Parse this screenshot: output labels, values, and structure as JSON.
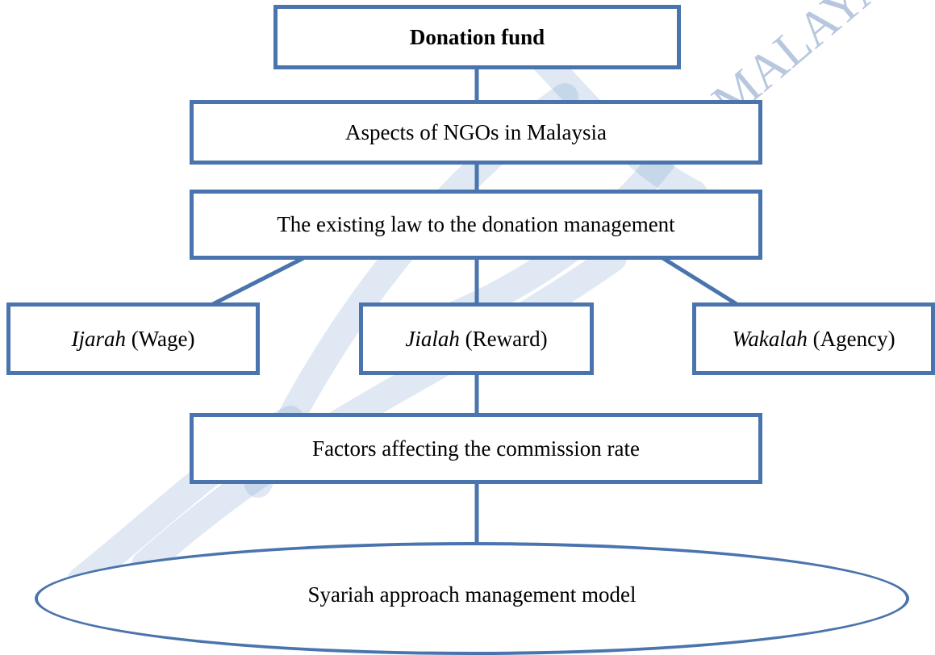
{
  "diagram": {
    "top": "Donation fund",
    "aspects": "Aspects of NGOs in Malaysia",
    "existing_law": "The existing law to the donation management",
    "contracts": [
      {
        "term": "Ijarah",
        "gloss": "(Wage)"
      },
      {
        "term": "Jialah",
        "gloss": "(Reward)"
      },
      {
        "term": "Wakalah",
        "gloss": "(Agency)"
      }
    ],
    "factors": "Factors affecting the commission rate",
    "model": "Syariah approach management model"
  },
  "watermark": {
    "text": "MALAYA",
    "color": "#4a74ad"
  },
  "colors": {
    "border": "#4a74ad",
    "connector": "#4a74ad"
  }
}
